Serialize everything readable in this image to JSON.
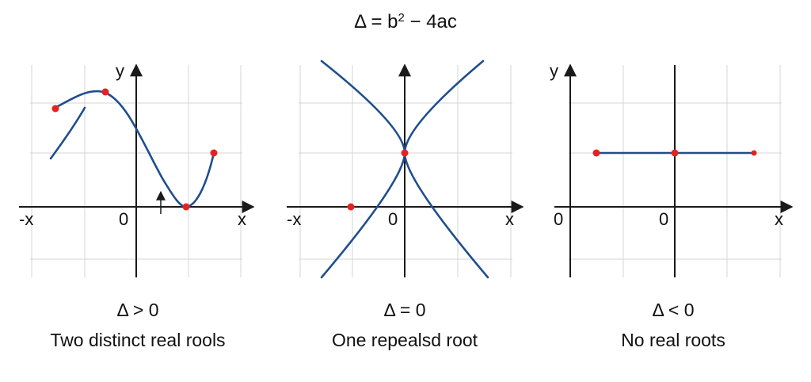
{
  "title": {
    "prefix": "Δ = b",
    "exponent": "2",
    "suffix": " − 4ac"
  },
  "style": {
    "grid": "#d4d4d4",
    "axis": "#1a1a1a",
    "curve": "#1f4e8c",
    "root": "#e52222"
  },
  "panels": [
    {
      "id": "positive",
      "condition": "Δ > 0",
      "description": "Two distinct real rools",
      "axis_labels": {
        "y": "y",
        "x_pos": "x",
        "x_neg": "-x",
        "origin": "0"
      }
    },
    {
      "id": "zero",
      "condition": "Δ = 0",
      "description": "One repealsd root",
      "axis_labels": {
        "x_pos": "x",
        "x_neg": "-x",
        "origin": "0"
      }
    },
    {
      "id": "negative",
      "condition": "Δ < 0",
      "description": "No real roots",
      "axis_labels": {
        "y": "y",
        "x_pos": "x",
        "origin": "0",
        "origin_left": "0"
      }
    }
  ]
}
